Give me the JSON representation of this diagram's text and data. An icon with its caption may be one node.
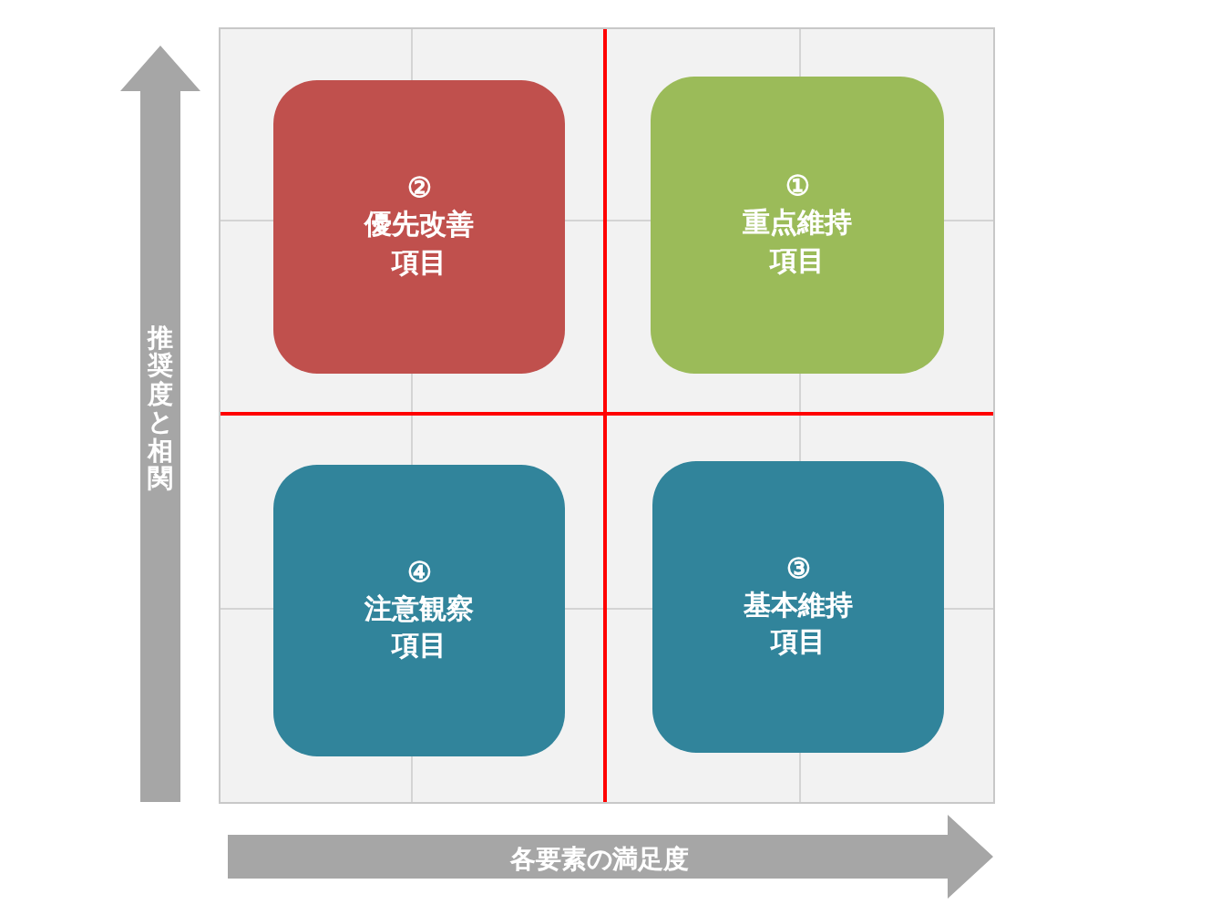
{
  "diagram": {
    "nodes": [
      {
        "text": [
          "②",
          "優先改善項目"
        ]
      },
      {
        "text": [
          "①",
          "重点維持項目"
        ]
      },
      {
        "text": [
          "④",
          "注意観察項目"
        ]
      },
      {
        "text": [
          "③",
          "基本維持項目"
        ]
      }
    ],
    "labels": [
      "推奨度と相関",
      "各要素の満足度"
    ]
  }
}
